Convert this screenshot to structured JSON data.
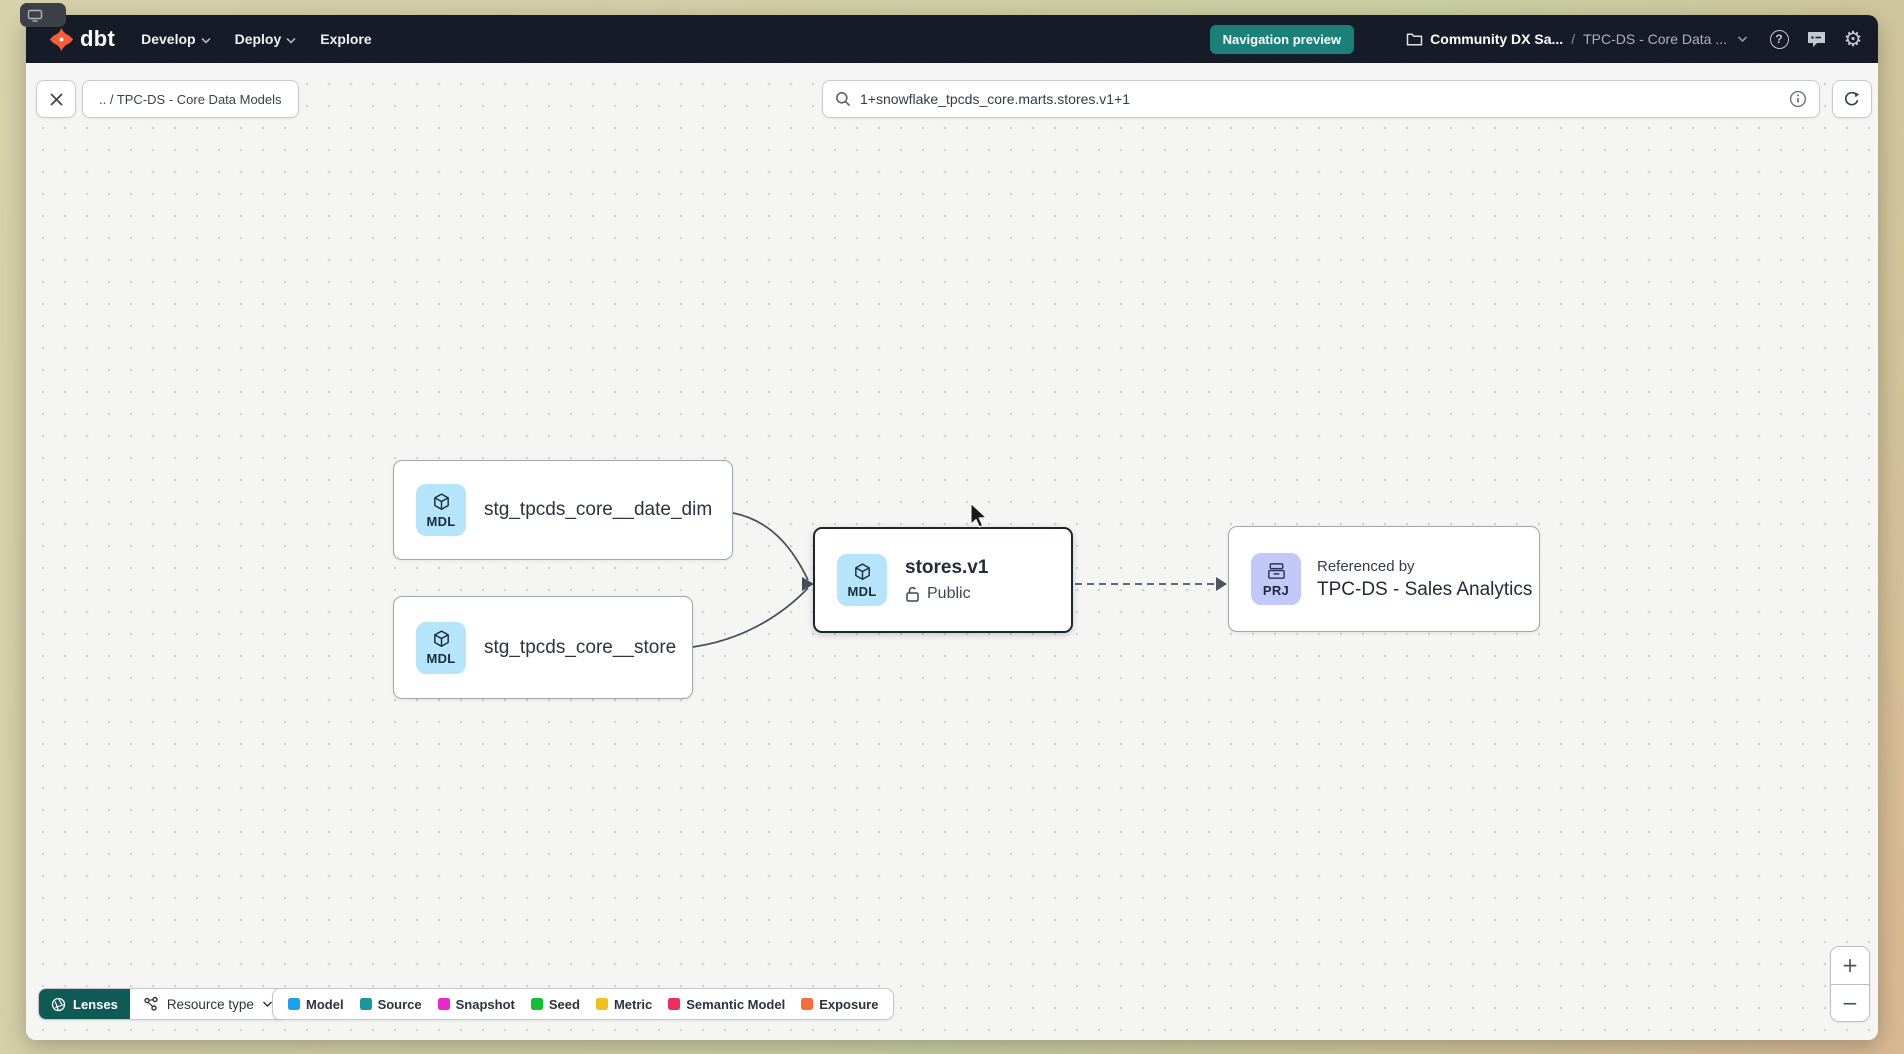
{
  "navbar": {
    "logo_text": "dbt",
    "menus": [
      {
        "label": "Develop",
        "has_chevron": true
      },
      {
        "label": "Deploy",
        "has_chevron": true
      },
      {
        "label": "Explore",
        "has_chevron": false
      }
    ],
    "preview_badge": "Navigation preview",
    "breadcrumb": {
      "project": "Community DX Sa...",
      "separator": "/",
      "page": "TPC-DS - Core Data ..."
    },
    "help_glyph": "?",
    "gear_glyph": "⚙"
  },
  "toolbar": {
    "path_chip": ".. / TPC-DS - Core Data Models",
    "search_value": "1+snowflake_tpcds_core.marts.stores.v1+1"
  },
  "graph": {
    "nodes": [
      {
        "badge": "MDL",
        "label": "stg_tpcds_core__date_dim"
      },
      {
        "badge": "MDL",
        "label": "stg_tpcds_core__store"
      },
      {
        "badge": "MDL",
        "label": "stores.v1",
        "access": "Public",
        "selected": true
      },
      {
        "badge": "PRJ",
        "eyebrow": "Referenced by",
        "label": "TPC-DS - Sales Analytics"
      }
    ],
    "badge_colors": {
      "model": "#b5e5fa",
      "project": "#c2c9f8"
    }
  },
  "footer": {
    "lenses_label": "Lenses",
    "resource_type_label": "Resource type",
    "legend": [
      {
        "label": "Model",
        "color": "#1ba0f2"
      },
      {
        "label": "Source",
        "color": "#18989e"
      },
      {
        "label": "Snapshot",
        "color": "#ea28c8"
      },
      {
        "label": "Seed",
        "color": "#12bf30"
      },
      {
        "label": "Metric",
        "color": "#f0c219"
      },
      {
        "label": "Semantic Model",
        "color": "#ec2e5c"
      },
      {
        "label": "Exposure",
        "color": "#f46e3f"
      }
    ]
  },
  "zoom_controls": {
    "zoom_in": "+",
    "zoom_out": "−"
  },
  "colors": {
    "navbar_bg": "#151b27",
    "badge_teal": "#1b8078",
    "lenses_teal": "#0f5a55",
    "accent_orange": "#ff5c35",
    "canvas_bg": "#f5f5f3"
  }
}
